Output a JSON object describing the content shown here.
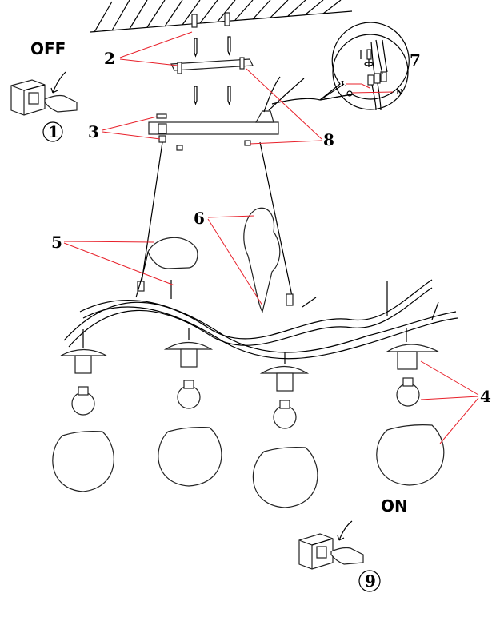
{
  "labels": {
    "off": "OFF",
    "on": "ON",
    "step_first": "1",
    "step_last": "9",
    "callouts": [
      "2",
      "3",
      "4",
      "5",
      "6",
      "7",
      "8"
    ],
    "wire_l": "L",
    "wire_n": "N"
  },
  "colors": {
    "leader": "#e8202a",
    "line": "#000000"
  },
  "icons": [
    "ceiling-hatch-icon",
    "wall-switch-icon",
    "hand-icon",
    "bulb-icon",
    "globe-shade-icon",
    "bird-icon",
    "terminal-block-icon",
    "ground-icon",
    "screwdriver-icon"
  ]
}
